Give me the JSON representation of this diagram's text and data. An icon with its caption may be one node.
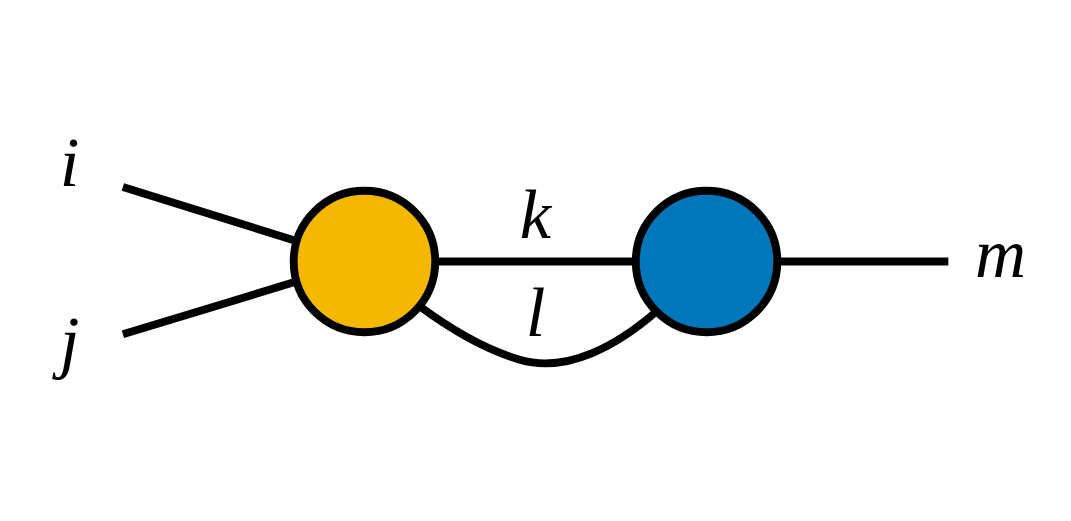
{
  "diagram": {
    "nodes": [
      {
        "text": [
          "i"
        ]
      },
      {
        "text": [
          "j"
        ]
      },
      {
        "text": [],
        "shape": "circle"
      },
      {
        "text": [],
        "shape": "circle"
      },
      {
        "text": [
          "m"
        ]
      }
    ],
    "edges": [
      {
        "from": 0,
        "to": 2,
        "arrow": "none"
      },
      {
        "from": 1,
        "to": 2,
        "arrow": "none"
      },
      {
        "from": 2,
        "to": 3,
        "arrow": "none",
        "label": "k"
      },
      {
        "from": 2,
        "to": 3,
        "arrow": "none",
        "label": "l"
      },
      {
        "from": 3,
        "to": 4,
        "arrow": "none"
      }
    ]
  }
}
